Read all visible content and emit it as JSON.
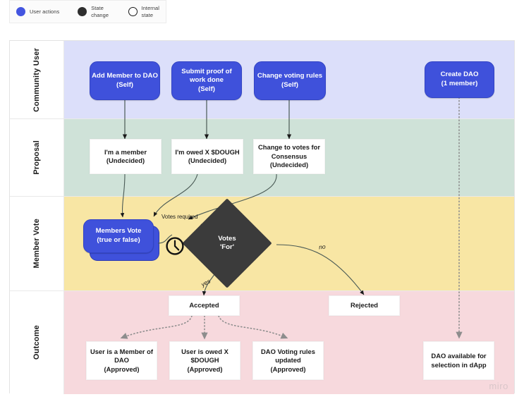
{
  "legend": {
    "items": [
      {
        "label": "User actions",
        "swatch": "filled-blue",
        "color": "#4355e0",
        "icon": "circle-icon"
      },
      {
        "label": "State change",
        "swatch": "filled-dark",
        "color": "#2e2e2e",
        "icon": "circle-icon"
      },
      {
        "label": "Internal state",
        "swatch": "hollow",
        "color": "#ffffff",
        "icon": "circle-outline-icon"
      }
    ]
  },
  "lanes": [
    {
      "title": "Community User",
      "color": "#dcdffa"
    },
    {
      "title": "Proposal",
      "color": "#cfe2d8"
    },
    {
      "title": "Member Vote",
      "color": "#f8e6a4"
    },
    {
      "title": "Outcome",
      "color": "#f7d9dd"
    }
  ],
  "nodes": {
    "add_member": "Add Member to DAO\n(Self)",
    "submit_proof": "Submit proof of\nwork done\n(Self)",
    "change_rules": "Change voting rules\n(Self)",
    "create_dao": "Create DAO\n(1 member)",
    "prop_member": "I'm a member\n(Undecided)",
    "prop_owed": "I'm owed X $DOUGH\n(Undecided)",
    "prop_votes": "Change to votes for\nConsensus\n(Undecided)",
    "members_vote": "Members Vote\n(true or false)",
    "votes_for": "Votes\n'For'",
    "accepted": "Accepted",
    "rejected": "Rejected",
    "out_member": "User is a Member of\nDAO\n(Approved)",
    "out_owed": "User is owed X\n$DOUGH\n(Approved)",
    "out_rules": "DAO Voting rules\nupdated\n(Approved)",
    "out_dao_available": "DAO available for\nselection in dApp"
  },
  "edge_labels": {
    "votes_required": "Votes required",
    "yes": "yes",
    "no": "no"
  },
  "icons": {
    "clock": "clock-icon"
  },
  "watermark": "miro",
  "colors": {
    "action_blue": "#3f51db",
    "decision_dark": "#3b3b3b",
    "lane_community": "#dcdffa",
    "lane_proposal": "#cfe2d8",
    "lane_vote": "#f8e6a4",
    "lane_outcome": "#f7d9dd"
  }
}
